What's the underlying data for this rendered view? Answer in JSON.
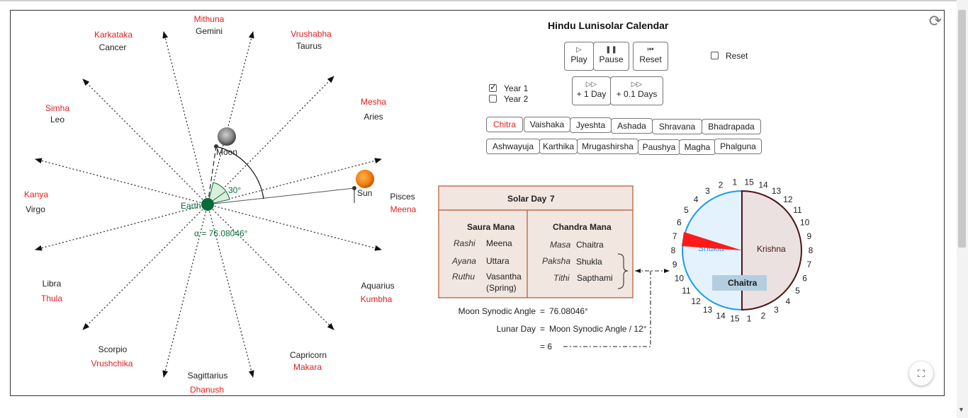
{
  "app": {
    "title": "Hindu Lunisolar Calendar"
  },
  "controls": {
    "play": {
      "icon": "play-icon",
      "label": "Play"
    },
    "pause": {
      "icon": "pause-icon",
      "label": "Pause"
    },
    "reset": {
      "icon": "skip-back-icon",
      "label": "Reset"
    },
    "reset_checkbox_label": "Reset",
    "plus_day": {
      "icon": "fast-forward-icon",
      "label": "+ 1 Day"
    },
    "plus_tenth": {
      "icon": "fast-forward-icon",
      "label": "+ 0.1 Days"
    },
    "year1": {
      "label": "Year 1",
      "checked": true
    },
    "year2": {
      "label": "Year 2",
      "checked": false
    }
  },
  "months_row1": [
    "Chitra",
    "Vaishaka",
    "Jyeshta",
    "Ashada",
    "Shravana",
    "Bhadrapada"
  ],
  "months_row2": [
    "Ashwayuja",
    "Karthika",
    "Mrugashirsha",
    "Paushya",
    "Magha",
    "Phalguna"
  ],
  "selected_month": "Chitra",
  "zodiac": {
    "mithuna": "Mithuna",
    "gemini": "Gemini",
    "karkataka": "Karkataka",
    "cancer": "Cancer",
    "vrushabha": "Vrushabha",
    "taurus": "Taurus",
    "mesha": "Mesha",
    "aries": "Aries",
    "simha": "Simha",
    "leo": "Leo",
    "kanya": "Kanya",
    "virgo": "Virgo",
    "pisces": "Pisces",
    "meena": "Meena",
    "libra": "Libra",
    "thula": "Thula",
    "aquarius": "Aquarius",
    "kumbha": "Kumbha",
    "scorpio": "Scorpio",
    "vrushchika": "Vrushchika",
    "capricorn": "Capricorn",
    "makara": "Makara",
    "sagittarius": "Sagittarius",
    "dhanush": "Dhanush"
  },
  "bodies": {
    "moon": "Moon",
    "sun": "Sun",
    "earth": "Earth"
  },
  "angles": {
    "sector": "30°",
    "alpha": "α = 76.08046°"
  },
  "panel": {
    "solar_day_label": "Solar Day",
    "solar_day_value": "7",
    "saura": {
      "heading": "Saura Mana",
      "rows": [
        {
          "key": "Rashi",
          "value": "Meena"
        },
        {
          "key": "Ayana",
          "value": "Uttara"
        },
        {
          "key": "Ruthu",
          "value": "Vasantha",
          "value2": "(Spring)"
        }
      ]
    },
    "chandra": {
      "heading": "Chandra Mana",
      "rows": [
        {
          "key": "Masa",
          "value": "Chaitra"
        },
        {
          "key": "Paksha",
          "value": "Shukla"
        },
        {
          "key": "Tithi",
          "value": "Sapthami"
        }
      ]
    }
  },
  "formula": {
    "synodic_label": "Moon Synodic Angle",
    "eq": "=",
    "synodic_value": "76.08046°",
    "lunar_label": "Lunar Day",
    "lunar_expr": "Moon Synodic Angle / 12°",
    "result": "= 6"
  },
  "dial": {
    "shukla": "Shukla",
    "krishna": "Krishna",
    "month_box": "Chaitra",
    "left_numbers": [
      "1",
      "2",
      "3",
      "4",
      "5",
      "6",
      "7",
      "8",
      "9",
      "10",
      "11",
      "12",
      "13",
      "14",
      "15"
    ],
    "right_numbers": [
      "15",
      "14",
      "13",
      "12",
      "11",
      "10",
      "9",
      "8",
      "7",
      "6",
      "5",
      "4",
      "3",
      "2",
      "1"
    ],
    "current_tithi": 7
  },
  "colors": {
    "sanskrit": "#e02020",
    "earth": "#0a6b3a",
    "angle": "#0a6b3a",
    "panel_bg": "#f1e6e0",
    "panel_border": "#b8532a",
    "shukla_fill": "#e3f2fd",
    "shukla_stroke": "#1e9be8",
    "krishna_fill": "#ebe1e0",
    "krishna_stroke": "#4a1515",
    "month_box": "#b4cee0",
    "marker": "#ff1a1a"
  }
}
